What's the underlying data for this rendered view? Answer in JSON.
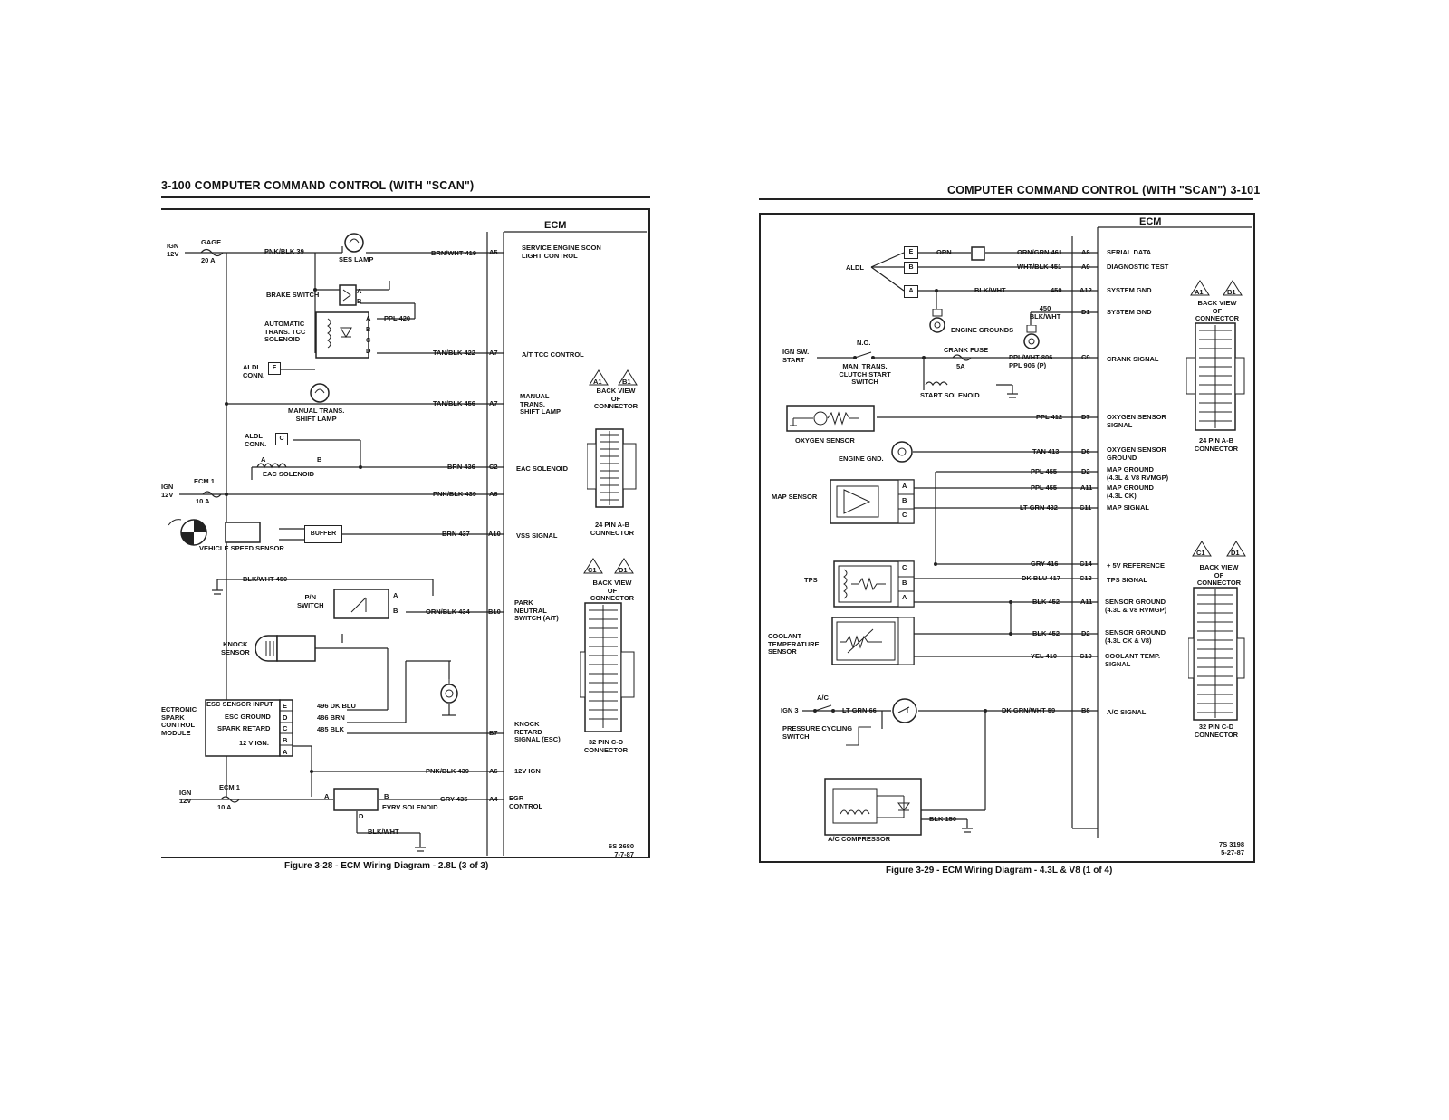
{
  "left": {
    "header": "3-100  COMPUTER COMMAND CONTROL (WITH \"SCAN\")",
    "ecm_label": "ECM",
    "caption": "Figure 3-28 - ECM Wiring Diagram - 2.8L (3 of 3)",
    "ref_code": "6S 2680",
    "ref_date": "7-7-87",
    "power": {
      "ign_top": "IGN\n12V",
      "gage": "GAGE",
      "gage_amp": "20 A",
      "ign_mid": "IGN\n12V",
      "ecm1_mid": "ECM 1",
      "ecm1_mid_amp": "10 A",
      "ign_bot": "IGN\n12V",
      "ecm1_bot": "ECM 1",
      "ecm1_bot_amp": "10 A"
    },
    "wires": {
      "pnk_blk_39": "PNK/BLK 39",
      "brn_wht_419": "BRN/WHT 419",
      "ppl_420": "PPL 420",
      "tan_blk_422": "TAN/BLK 422",
      "tan_blk_456": "TAN/BLK 456",
      "brn_436": "BRN 436",
      "pnk_blk_439": "PNK/BLK 439",
      "brn_437": "BRN 437",
      "blk_wht_450": "BLK/WHT 450",
      "orn_blk_434": "ORN/BLK 434",
      "w496": "496 DK BLU",
      "w486": "486 BRN",
      "w485": "485 BLK",
      "pnk_blk_439b": "PNK/BLK 439",
      "gry_435": "GRY 435",
      "blk_wht": "BLK/WHT"
    },
    "pins": [
      "A5",
      "A7",
      "A7",
      "C2",
      "A6",
      "A10",
      "B10",
      "B7",
      "A6",
      "A4"
    ],
    "signals": [
      "SERVICE ENGINE SOON\nLIGHT CONTROL",
      "A/T TCC CONTROL",
      "MANUAL\nTRANS.\nSHIFT LAMP",
      "EAC SOLENOID",
      "VSS SIGNAL",
      "PARK\nNEUTRAL\nSWITCH (A/T)",
      "KNOCK\nRETARD\nSIGNAL (ESC)",
      "12V IGN",
      "EGR\nCONTROL"
    ],
    "components": {
      "ses_lamp": "SES LAMP",
      "brake_switch": "BRAKE SWITCH",
      "auto_trans": "AUTOMATIC\nTRANS. TCC\nSOLENOID",
      "aldl_conn_1": "ALDL\nCONN.",
      "aldl_conn_1_pin": "F",
      "manual_lamp": "MANUAL TRANS.\nSHIFT LAMP",
      "aldl_conn_2": "ALDL\nCONN.",
      "aldl_conn_2_pin": "C",
      "eac_solenoid": "EAC SOLENOID",
      "eac_a": "A",
      "eac_b": "B",
      "buffer": "BUFFER",
      "vss": "VEHICLE SPEED SENSOR",
      "pn_switch": "P/N\nSWITCH",
      "knock_sensor": "KNOCK\nSENSOR",
      "esc_module": "ECTRONIC\nSPARK\nCONTROL\nMODULE",
      "esc_input": "ESC SENSOR INPUT",
      "esc_ground": "ESC GROUND",
      "spark_retard": "SPARK RETARD",
      "v12_ign": "12 V IGN.",
      "evrv": "EVRV SOLENOID",
      "evrv_a": "A",
      "evrv_b": "B",
      "evrv_d": "D"
    },
    "esc_pins": [
      "E",
      "D",
      "C",
      "B",
      "A"
    ],
    "tcc_pins": [
      "A",
      "B",
      "C",
      "D"
    ],
    "brake_pins": [
      "A",
      "B"
    ],
    "pn_pins": [
      "A",
      "B"
    ],
    "connector_ab": {
      "tri_a": "A1",
      "tri_b": "B1",
      "label": "BACK VIEW\nOF\nCONNECTOR",
      "name": "24 PIN A-B\nCONNECTOR"
    },
    "connector_cd": {
      "tri_c": "C1",
      "tri_d": "D1",
      "label": "BACK VIEW\nOF\nCONNECTOR",
      "name": "32 PIN C-D\nCONNECTOR"
    }
  },
  "right": {
    "header": "COMPUTER COMMAND CONTROL (WITH \"SCAN\")  3-101",
    "ecm_label": "ECM",
    "caption": "Figure 3-29 - ECM Wiring Diagram - 4.3L & V8 (1 of 4)",
    "ref_code": "7S 3198",
    "ref_date": "5-27-87",
    "aldl": "ALDL",
    "aldl_pins": [
      "E",
      "B",
      "A"
    ],
    "orn": "ORN",
    "wires": {
      "orn_grn_461": "ORN/GRN 461",
      "wht_blk_451": "WHT/BLK 451",
      "blk_wht": "BLK/WHT",
      "w450": "450",
      "w450_blk": "450\nBLK/WHT",
      "ppl_wht_806": "PPL/WHT 806\nPPL 906 (P)",
      "ppl_412": "PPL 412",
      "tan_413": "TAN 413",
      "ppl_455": "PPL 455",
      "ppl_455b": "PPL 455",
      "lt_grn_432": "LT GRN 432",
      "gry_416": "GRY 416",
      "dk_blu_417": "DK BLU 417",
      "blk_452a": "BLK 452",
      "blk_452b": "BLK 452",
      "yel_410": "YEL 410",
      "lt_grn_66": "LT GRN 66",
      "dk_grn_wht_59": "DK GRN/WHT 59",
      "blk_150": "BLK 150"
    },
    "pins": [
      "A8",
      "A9",
      "A12",
      "D1",
      "C9",
      "D7",
      "D6",
      "D2",
      "A11",
      "C11",
      "C14",
      "C13",
      "A11",
      "D2",
      "C10",
      "B8"
    ],
    "signals": [
      "SERIAL DATA",
      "DIAGNOSTIC TEST",
      "SYSTEM GND",
      "SYSTEM GND",
      "CRANK SIGNAL",
      "OXYGEN SENSOR\nSIGNAL",
      "OXYGEN SENSOR\nGROUND",
      "MAP GROUND\n(4.3L & V8 RVMGP)",
      "MAP GROUND\n(4.3L CK)",
      "MAP SIGNAL",
      "+ 5V REFERENCE",
      "TPS SIGNAL",
      "SENSOR GROUND\n(4.3L & V8 RVMGP)",
      "SENSOR GROUND\n(4.3L CK & V8)",
      "COOLANT TEMP.\nSIGNAL",
      "A/C SIGNAL"
    ],
    "components": {
      "engine_grounds": "ENGINE GROUNDS",
      "ign_sw": "IGN SW.\nSTART",
      "no": "N.O.",
      "man_trans": "MAN. TRANS.\nCLUTCH START\nSWITCH",
      "crank_fuse": "CRANK FUSE",
      "crank_fuse_amp": "5A",
      "start_solenoid": "START SOLENOID",
      "oxygen_sensor": "OXYGEN SENSOR",
      "engine_gnd": "ENGINE GND.",
      "map_sensor": "MAP SENSOR",
      "tps": "TPS",
      "coolant": "COOLANT\nTEMPERATURE\nSENSOR",
      "ac": "A/C",
      "ign3": "IGN 3",
      "pressure_switch": "PRESSURE CYCLING\nSWITCH",
      "ac_compressor": "A/C COMPRESSOR"
    },
    "map_pins": [
      "A",
      "B",
      "C"
    ],
    "tps_pins": [
      "C",
      "B",
      "A"
    ],
    "connector_ab": {
      "tri_a": "A1",
      "tri_b": "B1",
      "label": "BACK VIEW\nOF\nCONNECTOR",
      "name": "24 PIN A-B\nCONNECTOR"
    },
    "connector_cd": {
      "tri_c": "C1",
      "tri_d": "D1",
      "label": "BACK VIEW\nOF\nCONNECTOR",
      "name": "32 PIN C-D\nCONNECTOR"
    }
  }
}
